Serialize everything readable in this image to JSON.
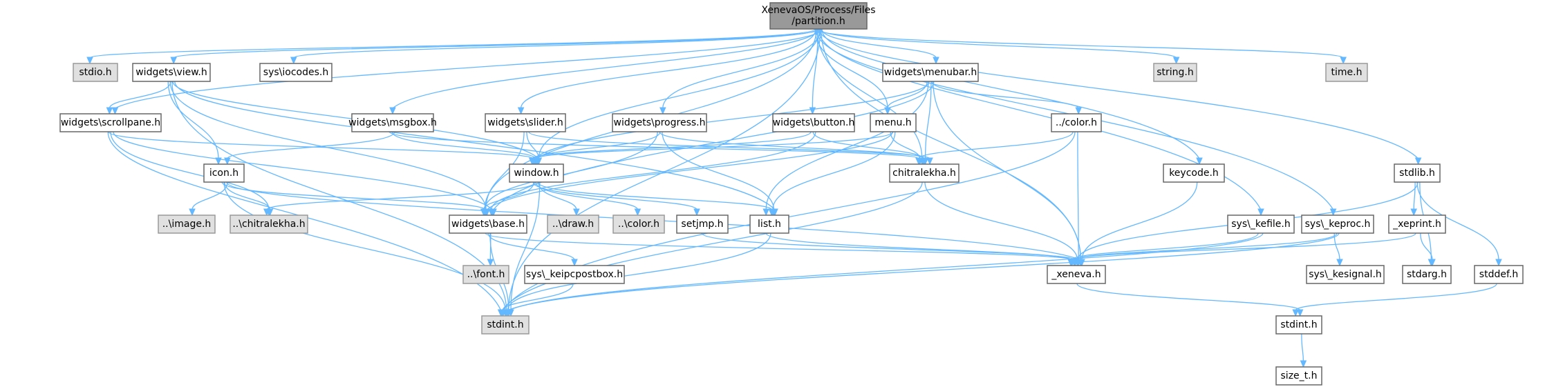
{
  "title": "XenevaOS/Process/Files/partition.h include dependency graph",
  "colors": {
    "edge": "#63b8ff",
    "root_fill": "#999999",
    "normal_fill": "#ffffff",
    "external_fill": "#e0e0e0",
    "border": "#666666"
  },
  "nodes": [
    {
      "id": "root",
      "label_lines": [
        "XenevaOS/Process/Files",
        "/partition.h"
      ],
      "kind": "root"
    },
    {
      "id": "stdio",
      "label_lines": [
        "stdio.h"
      ],
      "kind": "ext"
    },
    {
      "id": "view",
      "label_lines": [
        "widgets\\view.h"
      ],
      "kind": "normal"
    },
    {
      "id": "iocodes",
      "label_lines": [
        "sys\\iocodes.h"
      ],
      "kind": "normal"
    },
    {
      "id": "menubar",
      "label_lines": [
        "widgets\\menubar.h"
      ],
      "kind": "normal"
    },
    {
      "id": "string",
      "label_lines": [
        "string.h"
      ],
      "kind": "ext"
    },
    {
      "id": "time",
      "label_lines": [
        "time.h"
      ],
      "kind": "ext"
    },
    {
      "id": "scrollpane",
      "label_lines": [
        "widgets\\scrollpane.h"
      ],
      "kind": "normal"
    },
    {
      "id": "msgbox",
      "label_lines": [
        "widgets\\msgbox.h"
      ],
      "kind": "normal"
    },
    {
      "id": "slider",
      "label_lines": [
        "widgets\\slider.h"
      ],
      "kind": "normal"
    },
    {
      "id": "progress",
      "label_lines": [
        "widgets\\progress.h"
      ],
      "kind": "normal"
    },
    {
      "id": "button",
      "label_lines": [
        "widgets\\button.h"
      ],
      "kind": "normal"
    },
    {
      "id": "menu",
      "label_lines": [
        "menu.h"
      ],
      "kind": "normal"
    },
    {
      "id": "color2",
      "label_lines": [
        "../color.h"
      ],
      "kind": "normal"
    },
    {
      "id": "icon",
      "label_lines": [
        "icon.h"
      ],
      "kind": "normal"
    },
    {
      "id": "window",
      "label_lines": [
        "window.h"
      ],
      "kind": "normal"
    },
    {
      "id": "chitralekha",
      "label_lines": [
        "chitralekha.h"
      ],
      "kind": "normal"
    },
    {
      "id": "keycode",
      "label_lines": [
        "keycode.h"
      ],
      "kind": "normal"
    },
    {
      "id": "stdlib",
      "label_lines": [
        "stdlib.h"
      ],
      "kind": "normal"
    },
    {
      "id": "image",
      "label_lines": [
        "..\\image.h"
      ],
      "kind": "ext"
    },
    {
      "id": "chitralekha2",
      "label_lines": [
        "..\\chitralekha.h"
      ],
      "kind": "ext"
    },
    {
      "id": "base",
      "label_lines": [
        "widgets\\base.h"
      ],
      "kind": "normal"
    },
    {
      "id": "draw",
      "label_lines": [
        "..\\draw.h"
      ],
      "kind": "ext"
    },
    {
      "id": "color",
      "label_lines": [
        "..\\color.h"
      ],
      "kind": "ext"
    },
    {
      "id": "setjmp",
      "label_lines": [
        "setjmp.h"
      ],
      "kind": "normal"
    },
    {
      "id": "list",
      "label_lines": [
        "list.h"
      ],
      "kind": "normal"
    },
    {
      "id": "kefile",
      "label_lines": [
        "sys\\_kefile.h"
      ],
      "kind": "normal"
    },
    {
      "id": "keproc",
      "label_lines": [
        "sys\\_keproc.h"
      ],
      "kind": "normal"
    },
    {
      "id": "xeprint",
      "label_lines": [
        "_xeprint.h"
      ],
      "kind": "normal"
    },
    {
      "id": "font",
      "label_lines": [
        "..\\font.h"
      ],
      "kind": "ext"
    },
    {
      "id": "keipcpostbox",
      "label_lines": [
        "sys\\_keipcpostbox.h"
      ],
      "kind": "normal"
    },
    {
      "id": "xeneva",
      "label_lines": [
        "_xeneva.h"
      ],
      "kind": "normal"
    },
    {
      "id": "kesignal",
      "label_lines": [
        "sys\\_kesignal.h"
      ],
      "kind": "normal"
    },
    {
      "id": "stdarg",
      "label_lines": [
        "stdarg.h"
      ],
      "kind": "normal"
    },
    {
      "id": "stddef",
      "label_lines": [
        "stddef.h"
      ],
      "kind": "normal"
    },
    {
      "id": "stdint_ext",
      "label_lines": [
        "stdint.h"
      ],
      "kind": "ext"
    },
    {
      "id": "stdint",
      "label_lines": [
        "stdint.h"
      ],
      "kind": "normal"
    },
    {
      "id": "size_t",
      "label_lines": [
        "size_t.h"
      ],
      "kind": "normal"
    }
  ],
  "edges": [
    [
      "root",
      "stdio"
    ],
    [
      "root",
      "view"
    ],
    [
      "root",
      "iocodes"
    ],
    [
      "root",
      "menubar"
    ],
    [
      "root",
      "string"
    ],
    [
      "root",
      "time"
    ],
    [
      "root",
      "scrollpane"
    ],
    [
      "root",
      "msgbox"
    ],
    [
      "root",
      "slider"
    ],
    [
      "root",
      "progress"
    ],
    [
      "root",
      "button"
    ],
    [
      "root",
      "menu"
    ],
    [
      "root",
      "window"
    ],
    [
      "root",
      "chitralekha"
    ],
    [
      "root",
      "keycode"
    ],
    [
      "root",
      "stdlib"
    ],
    [
      "root",
      "base"
    ],
    [
      "root",
      "xeneva"
    ],
    [
      "root",
      "kefile"
    ],
    [
      "root",
      "keproc"
    ],
    [
      "root",
      "stdint_ext"
    ],
    [
      "view",
      "scrollpane"
    ],
    [
      "view",
      "icon"
    ],
    [
      "view",
      "window"
    ],
    [
      "view",
      "base"
    ],
    [
      "view",
      "list"
    ],
    [
      "view",
      "stdint_ext"
    ],
    [
      "scrollpane",
      "window"
    ],
    [
      "scrollpane",
      "base"
    ],
    [
      "scrollpane",
      "chitralekha2"
    ],
    [
      "scrollpane",
      "stdint_ext"
    ],
    [
      "msgbox",
      "icon"
    ],
    [
      "msgbox",
      "window"
    ],
    [
      "msgbox",
      "chitralekha"
    ],
    [
      "slider",
      "window"
    ],
    [
      "slider",
      "base"
    ],
    [
      "slider",
      "chitralekha"
    ],
    [
      "progress",
      "window"
    ],
    [
      "progress",
      "base"
    ],
    [
      "progress",
      "list"
    ],
    [
      "progress",
      "chitralekha"
    ],
    [
      "button",
      "window"
    ],
    [
      "button",
      "base"
    ],
    [
      "button",
      "chitralekha"
    ],
    [
      "menubar",
      "menu"
    ],
    [
      "menubar",
      "color2"
    ],
    [
      "menubar",
      "window"
    ],
    [
      "menubar",
      "base"
    ],
    [
      "menubar",
      "chitralekha"
    ],
    [
      "menubar",
      "list"
    ],
    [
      "menubar",
      "xeneva"
    ],
    [
      "menu",
      "window"
    ],
    [
      "menu",
      "chitralekha"
    ],
    [
      "menu",
      "list"
    ],
    [
      "menu",
      "base"
    ],
    [
      "color2",
      "chitralekha"
    ],
    [
      "color2",
      "xeneva"
    ],
    [
      "color2",
      "stdint_ext"
    ],
    [
      "icon",
      "image"
    ],
    [
      "icon",
      "chitralekha2"
    ],
    [
      "icon",
      "base"
    ],
    [
      "icon",
      "xeneva"
    ],
    [
      "icon",
      "stdint_ext"
    ],
    [
      "window",
      "base"
    ],
    [
      "window",
      "draw"
    ],
    [
      "window",
      "color"
    ],
    [
      "window",
      "setjmp"
    ],
    [
      "window",
      "list"
    ],
    [
      "window",
      "chitralekha2"
    ],
    [
      "window",
      "stdint_ext"
    ],
    [
      "chitralekha",
      "xeneva"
    ],
    [
      "chitralekha",
      "stdint_ext"
    ],
    [
      "base",
      "font"
    ],
    [
      "base",
      "keipcpostbox"
    ],
    [
      "base",
      "xeneva"
    ],
    [
      "base",
      "stdint_ext"
    ],
    [
      "setjmp",
      "xeneva"
    ],
    [
      "list",
      "xeneva"
    ],
    [
      "list",
      "stdint_ext"
    ],
    [
      "keipcpostbox",
      "stdint_ext"
    ],
    [
      "keycode",
      "xeneva"
    ],
    [
      "stdlib",
      "xeneva"
    ],
    [
      "stdlib",
      "xeprint"
    ],
    [
      "stdlib",
      "stdarg"
    ],
    [
      "stdlib",
      "stddef"
    ],
    [
      "kefile",
      "xeneva"
    ],
    [
      "kefile",
      "stdint_ext"
    ],
    [
      "keproc",
      "xeneva"
    ],
    [
      "keproc",
      "kesignal"
    ],
    [
      "keproc",
      "stdint_ext"
    ],
    [
      "xeprint",
      "xeneva"
    ],
    [
      "xeprint",
      "stdarg"
    ],
    [
      "xeneva",
      "stdint"
    ],
    [
      "stddef",
      "stdint"
    ],
    [
      "stdint",
      "size_t"
    ]
  ]
}
